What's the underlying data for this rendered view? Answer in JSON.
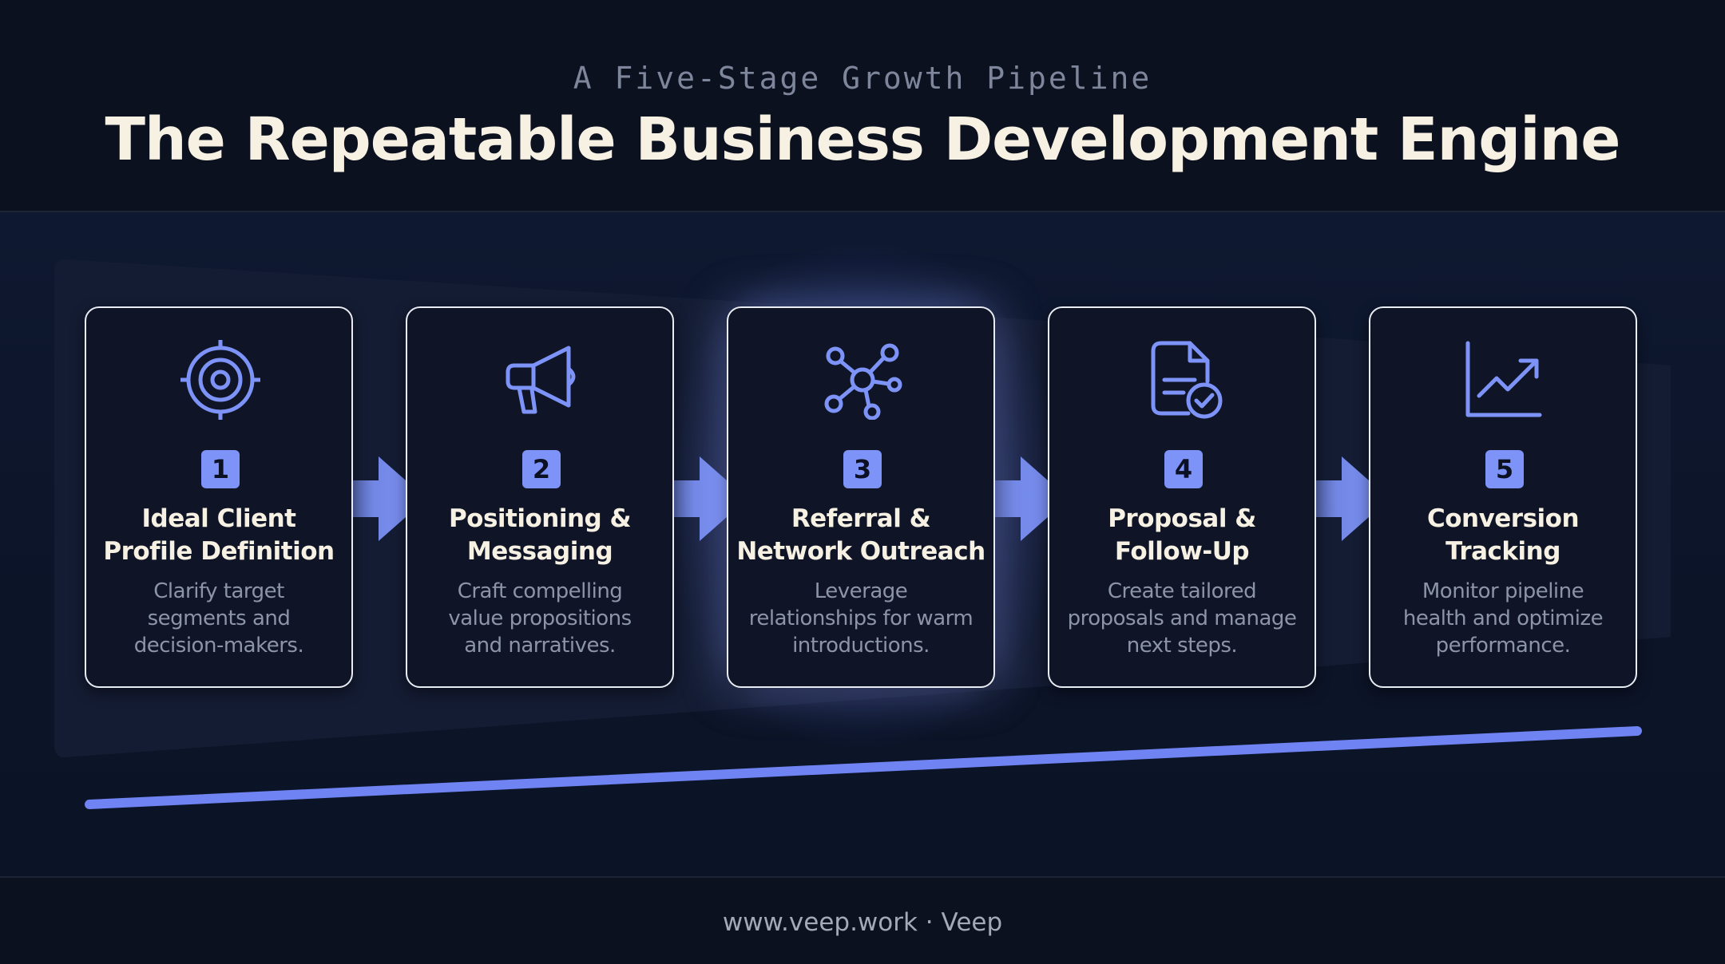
{
  "header": {
    "eyebrow": "A Five-Stage Growth Pipeline",
    "title": "The Repeatable Business Development Engine"
  },
  "stages": [
    {
      "number": "1",
      "icon": "target-icon",
      "title_line1": "Ideal Client",
      "title_line2": "Profile Definition",
      "desc_line1": "Clarify target",
      "desc_line2": "segments and",
      "desc_line3": "decision-makers."
    },
    {
      "number": "2",
      "icon": "megaphone-icon",
      "title_line1": "Positioning &",
      "title_line2": "Messaging",
      "desc_line1": "Craft compelling",
      "desc_line2": "value propositions",
      "desc_line3": "and narratives."
    },
    {
      "number": "3",
      "icon": "network-icon",
      "title_line1": "Referral &",
      "title_line2": "Network Outreach",
      "desc_line1": "Leverage",
      "desc_line2": "relationships for warm",
      "desc_line3": "introductions."
    },
    {
      "number": "4",
      "icon": "document-check-icon",
      "title_line1": "Proposal &",
      "title_line2": "Follow-Up",
      "desc_line1": "Create tailored",
      "desc_line2": "proposals and manage",
      "desc_line3": "next steps."
    },
    {
      "number": "5",
      "icon": "chart-trend-icon",
      "title_line1": "Conversion",
      "title_line2": "Tracking",
      "desc_line1": "Monitor pipeline",
      "desc_line2": "health and optimize",
      "desc_line3": "performance."
    }
  ],
  "colors": {
    "accent": "#7d93f8",
    "title_text": "#f7f1e4",
    "background": "#0b1122"
  },
  "footer": {
    "text": "www.veep.work · Veep"
  }
}
